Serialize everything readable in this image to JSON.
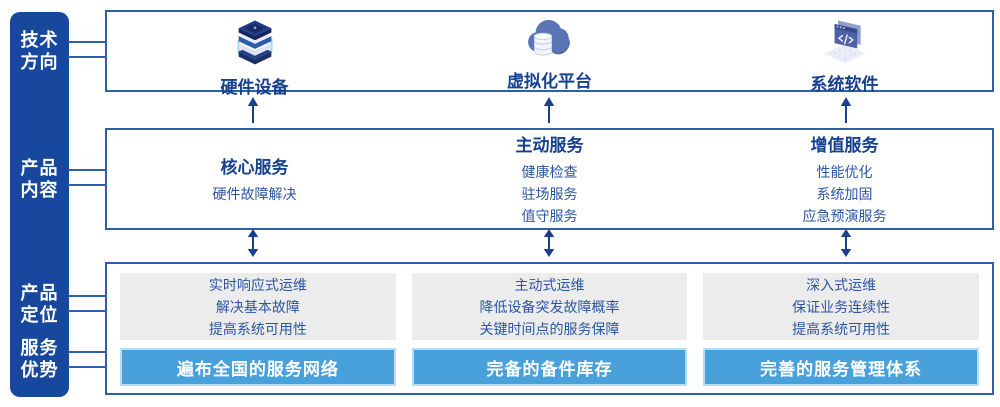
{
  "sidebar": {
    "items": [
      {
        "line1": "技术",
        "line2": "方向"
      },
      {
        "line1": "产品",
        "line2": "内容"
      },
      {
        "line1": "产品",
        "line2": "定位"
      },
      {
        "line1": "服务",
        "line2": "优势"
      }
    ]
  },
  "tech_row": {
    "items": [
      {
        "label": "硬件设备",
        "icon": "server-stack-icon"
      },
      {
        "label": "虚拟化平台",
        "icon": "cloud-database-icon"
      },
      {
        "label": "系统软件",
        "icon": "code-window-icon"
      }
    ]
  },
  "services_row": {
    "columns": [
      {
        "title": "核心服务",
        "items": [
          "硬件故障解决"
        ]
      },
      {
        "title": "主动服务",
        "items": [
          "健康检查",
          "驻场服务",
          "值守服务"
        ]
      },
      {
        "title": "增值服务",
        "items": [
          "性能优化",
          "系统加固",
          "应急预演服务"
        ]
      }
    ]
  },
  "positioning_row": {
    "columns": [
      {
        "lines": [
          "实时响应式运维",
          "解决基本故障",
          "提高系统可用性"
        ],
        "highlight": "遍布全国的服务网络"
      },
      {
        "lines": [
          "主动式运维",
          "降低设备突发故障概率",
          "关键时间点的服务保障"
        ],
        "highlight": "完备的备件库存"
      },
      {
        "lines": [
          "深入式运维",
          "保证业务连续性",
          "提高系统可用性"
        ],
        "highlight": "完善的服务管理体系"
      }
    ]
  },
  "colors": {
    "sidebar_bg": "#17489E",
    "panel_border": "#2D5FAB",
    "title_text": "#16418F",
    "body_text": "#2B55A4",
    "arrow": "#1B3E8F",
    "gray_panel_bg": "#ECECEC",
    "highlight_bar_bg": "#49A1DB",
    "highlight_bar_text": "#FFFFFF"
  }
}
